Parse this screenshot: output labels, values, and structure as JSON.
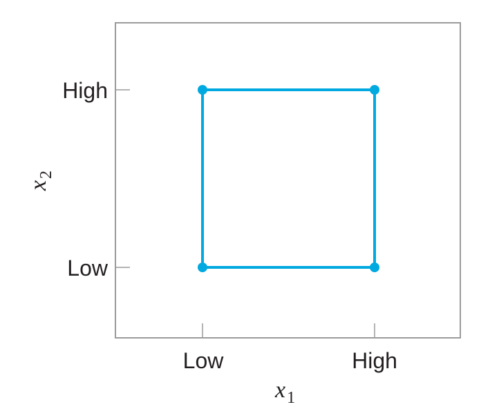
{
  "colors": {
    "frame": "#9a9a9a",
    "design": "#00a9e0",
    "text": "#231f20"
  },
  "x_axis": {
    "label": "x",
    "subscript": "1",
    "ticks": [
      "Low",
      "High"
    ]
  },
  "y_axis": {
    "label": "x",
    "subscript": "2",
    "ticks": [
      "Low",
      "High"
    ]
  },
  "design_points": [
    {
      "x1": "Low",
      "x2": "Low"
    },
    {
      "x1": "High",
      "x2": "Low"
    },
    {
      "x1": "High",
      "x2": "High"
    },
    {
      "x1": "Low",
      "x2": "High"
    }
  ]
}
